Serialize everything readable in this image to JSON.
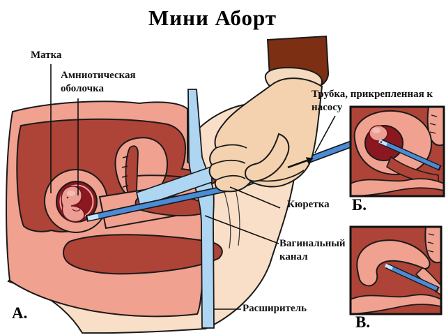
{
  "title": "Мини Аборт",
  "labels": {
    "uterus": "Матка",
    "amniotic_membrane": "Амниотическая оболочка",
    "pump_tube": "Трубка, прикрепленная к насосу",
    "curette": "Кюретка",
    "vaginal_canal": "Вагинальный канал",
    "dilator": "Расширитель"
  },
  "panel_letters": {
    "main_view": "А.",
    "aspiration_view": "Б.",
    "post_procedure_view": "В."
  },
  "colors": {
    "background": "#FFFFFF",
    "text": "#111111",
    "outline": "#1A1A1A",
    "skin": "#F9DEC8",
    "hand_skin": "#F5D2AF",
    "tissue_pink": "#F0A190",
    "muscle_red": "#AE4337",
    "amniotic_sac_red": "#8B1720",
    "embryo_pink": "#EC9E95",
    "curette_blue": "#4A8CD6",
    "dilator_light_blue": "#AED6F2",
    "sleeve_brown": "#7C2F12"
  }
}
